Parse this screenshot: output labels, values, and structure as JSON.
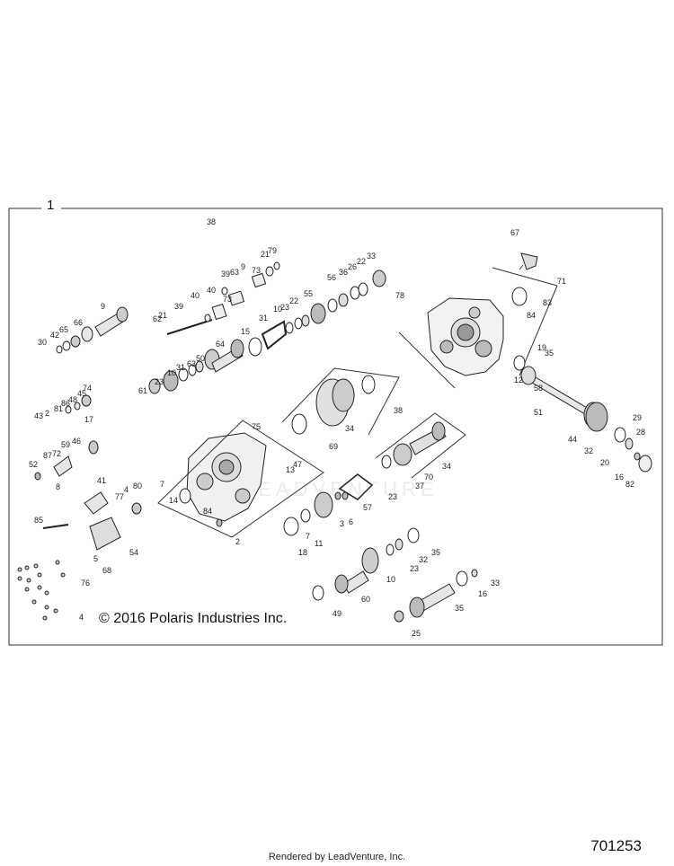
{
  "diagram": {
    "frame_label": "1",
    "copyright": "© 2016 Polaris Industries Inc.",
    "drawing_number": "701253",
    "rendered_by": "Rendered by LeadVenture, Inc.",
    "watermark_text": "LEADVENTURE",
    "callouts": [
      "67",
      "71",
      "78",
      "83",
      "84",
      "19",
      "35",
      "12",
      "58",
      "51",
      "29",
      "28",
      "44",
      "32",
      "20",
      "16",
      "82",
      "33",
      "22",
      "26",
      "36",
      "56",
      "55",
      "22",
      "23",
      "10",
      "31",
      "79",
      "21",
      "9",
      "73",
      "39",
      "63",
      "40",
      "73",
      "40",
      "39",
      "62",
      "21",
      "9",
      "66",
      "65",
      "42",
      "30",
      "15",
      "64",
      "50",
      "63",
      "31",
      "10",
      "23",
      "61",
      "38",
      "34",
      "69",
      "34",
      "70",
      "37",
      "23",
      "75",
      "13",
      "47",
      "7",
      "14",
      "84",
      "2",
      "74",
      "45",
      "48",
      "86",
      "81",
      "2",
      "43",
      "17",
      "46",
      "59",
      "72",
      "87",
      "52",
      "8",
      "41",
      "77",
      "4",
      "80",
      "85",
      "5",
      "54",
      "68",
      "76",
      "4",
      "3",
      "57",
      "6",
      "7",
      "11",
      "18",
      "35",
      "32",
      "23",
      "10",
      "60",
      "49",
      "33",
      "16",
      "35",
      "25",
      "38"
    ]
  }
}
